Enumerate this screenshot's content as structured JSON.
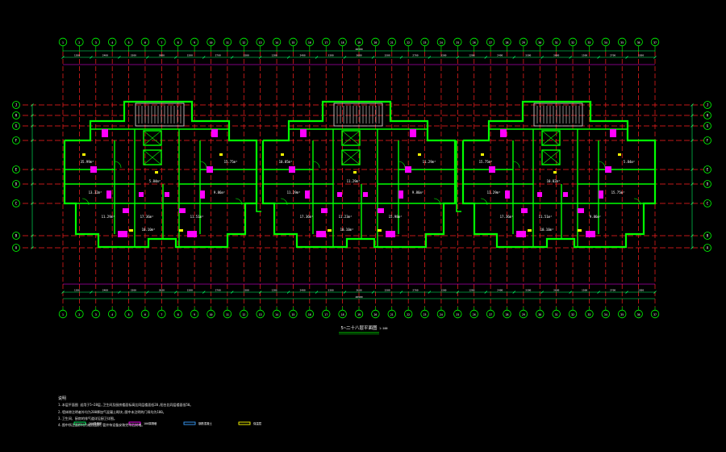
{
  "drawing": {
    "title": "5~二十八层平面图",
    "scale": "1:100",
    "colors": {
      "background": "#000000",
      "wall": "#00ff00",
      "axis": "#ff2020",
      "dimension": "#00ff66",
      "fixture": "#ff00ff",
      "text": "#ffffff",
      "highlight": "#ffff00",
      "stair": "#e0e0e0"
    }
  },
  "grid": {
    "bubbles_top": [
      "1",
      "2",
      "3",
      "4",
      "5",
      "6",
      "7",
      "8",
      "9",
      "10",
      "11",
      "12",
      "13",
      "14",
      "15",
      "16",
      "17",
      "18",
      "19",
      "20",
      "21",
      "22",
      "23",
      "24",
      "25",
      "26",
      "27",
      "28",
      "29",
      "30",
      "31",
      "32",
      "33",
      "34",
      "35",
      "36",
      "37"
    ],
    "bubbles_bottom": [
      "1",
      "2",
      "3",
      "4",
      "5",
      "6",
      "7",
      "8",
      "9",
      "10",
      "11",
      "12",
      "13",
      "14",
      "15",
      "16",
      "17",
      "18",
      "19",
      "20",
      "21",
      "22",
      "23",
      "24",
      "25",
      "26",
      "27",
      "28",
      "29",
      "30",
      "31",
      "32",
      "33",
      "34",
      "35",
      "36",
      "37"
    ],
    "rows": [
      "J",
      "H",
      "G",
      "F",
      "E",
      "D",
      "C",
      "B",
      "A"
    ]
  },
  "dimensions": {
    "overall": "48900",
    "top_segments": [
      "1200",
      "2400",
      "3300",
      "3600",
      "1500",
      "2700",
      "3300",
      "1200",
      "2400",
      "3300",
      "3600",
      "1500",
      "2700",
      "3300",
      "1200",
      "2400",
      "3300",
      "3600",
      "1500",
      "2700",
      "3300"
    ],
    "bottom_segments": [
      "1200",
      "2400",
      "3300",
      "3600",
      "1500",
      "2700",
      "3300",
      "1200",
      "2400",
      "3300",
      "3600",
      "1500",
      "2700",
      "3300",
      "1200",
      "2400",
      "3300",
      "3600",
      "1500",
      "2700",
      "3300"
    ]
  },
  "units": [
    {
      "rooms": [
        "35.99m²",
        "13.32m²",
        "11.29m²",
        "17.36m²",
        "11.51m²",
        "9.86m²",
        "15.75m²",
        "5.84m²",
        "10.10m²"
      ]
    },
    {
      "rooms": [
        "10.85m²",
        "11.29m²",
        "17.36m²",
        "11.23m²",
        "15.98m²",
        "9.86m²",
        "11.29m²",
        "11.29m²",
        "10.10m²"
      ]
    },
    {
      "rooms": [
        "15.75m²",
        "11.29m²",
        "17.36m²",
        "11.51m²",
        "9.86m²",
        "15.75m²",
        "5.84m²",
        "10.82m²",
        "10.10m²"
      ]
    }
  ],
  "notes": {
    "heading": "说明",
    "lines": [
      "1.本层平面图 适用于5~28层,卫生间及厨房楼面标高比同层楼面低20,阳台比同层楼面低50。",
      "2.墙体除注明者外均为200厚加气混凝土砌块,图中未注明的门垛均为100。",
      "3.卫生间、厨房的排气道详见厨卫详图。",
      "4.图中所注面积均为轴线面积,管井待设备安装完毕后封堵。"
    ],
    "legend": [
      {
        "label": "200厚墙体"
      },
      {
        "label": "100厚隔墙"
      },
      {
        "label": "钢筋混凝土"
      },
      {
        "label": "保温层"
      }
    ]
  }
}
